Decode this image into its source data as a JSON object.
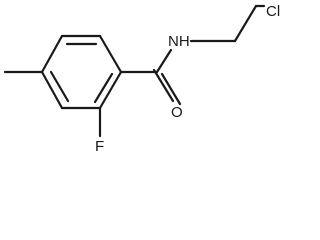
{
  "molecule": {
    "atoms": {
      "amide_n": "NH",
      "chlorine": "Cl",
      "carbonyl_o": "O",
      "fluorine": "F"
    }
  }
}
